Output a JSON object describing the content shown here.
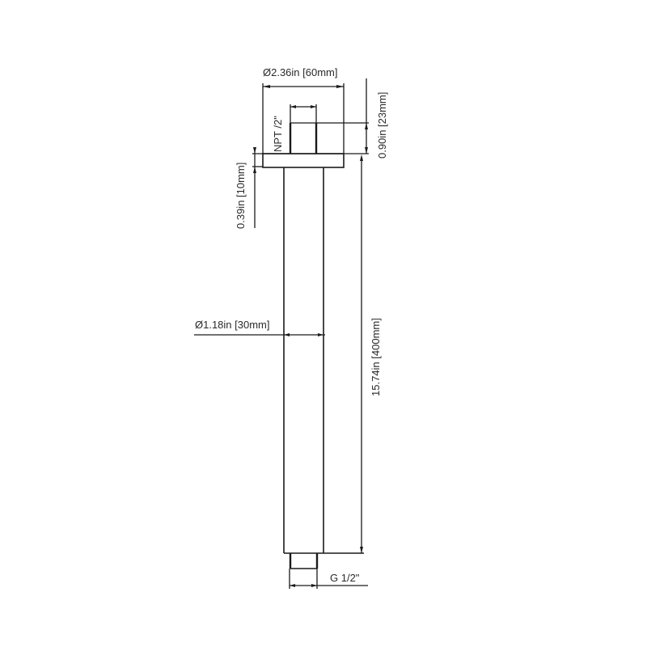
{
  "drawing": {
    "subject": "ceiling shower arm",
    "line_color": "#1a1a1a",
    "text_color": "#2a2a2a",
    "background": "#ffffff"
  },
  "dimensions": {
    "flange_diameter": "Ø2.36in [60mm]",
    "inlet_thread": "NPT /2\"",
    "inlet_height": "0.90in [23mm]",
    "flange_thickness": "0.39in [10mm]",
    "tube_diameter": "Ø1.18in [30mm]",
    "tube_length": "15.74in [400mm]",
    "outlet_thread": "G 1/2\""
  }
}
